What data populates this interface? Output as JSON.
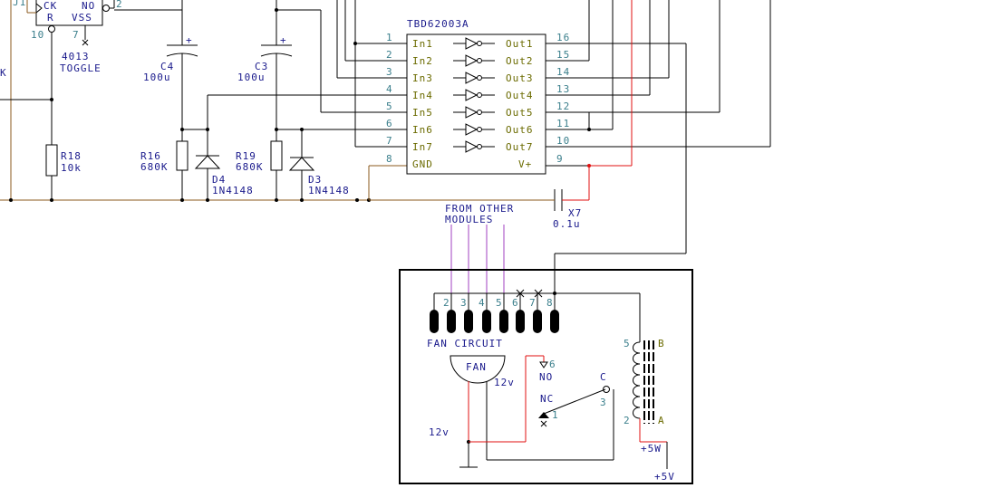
{
  "ic": {
    "name": "TBD62003A",
    "inputs": [
      "In1",
      "In2",
      "In3",
      "In4",
      "In5",
      "In6",
      "In7"
    ],
    "outputs": [
      "Out1",
      "Out2",
      "Out3",
      "Out4",
      "Out5",
      "Out6",
      "Out7"
    ],
    "in_pins": [
      "1",
      "2",
      "3",
      "4",
      "5",
      "6",
      "7"
    ],
    "out_pins": [
      "16",
      "15",
      "14",
      "13",
      "12",
      "11",
      "10"
    ],
    "gnd_label": "GND",
    "gnd_pin": "8",
    "vplus_label": "V+",
    "vplus_pin": "9"
  },
  "flipflop": {
    "ck": "CK",
    "r": "R",
    "no": "NO",
    "vss": "VSS",
    "pin_j": "J1",
    "pin_10": "10",
    "pin_7": "7",
    "pin_2": "2",
    "part": "4013",
    "function": "TOGGLE"
  },
  "components": {
    "c4_name": "C4",
    "c4_value": "100u",
    "c3_name": "C3",
    "c3_value": "100u",
    "r18_name": "R18",
    "r18_value": "10k",
    "r16_name": "R16",
    "r16_value": "680K",
    "r19_name": "R19",
    "r19_value": "680K",
    "d4_name": "D4",
    "d4_value": "1N4148",
    "d3_name": "D3",
    "d3_value": "1N4148",
    "x7_name": "X7",
    "x7_value": "0.1u",
    "k_label": "K",
    "cap_plus": "+"
  },
  "note": {
    "line1": "FROM OTHER",
    "line2": "MODULES"
  },
  "module": {
    "title": "FAN CIRCUIT",
    "connector_pins": [
      "2",
      "3",
      "4",
      "5",
      "6",
      "7",
      "8"
    ],
    "fan_label": "FAN",
    "fan_voltage": "12v",
    "supply_12v": "12v",
    "relay_no": "NO",
    "relay_no_pin": "6",
    "relay_nc": "NC",
    "relay_nc_pin": "1",
    "relay_c": "C",
    "relay_c_pin": "3",
    "coil_pin_5": "5",
    "coil_pin_2": "2",
    "coil_b": "B",
    "coil_a": "A",
    "supply_5v_a": "+5W",
    "supply_5v_b": "+5V"
  }
}
